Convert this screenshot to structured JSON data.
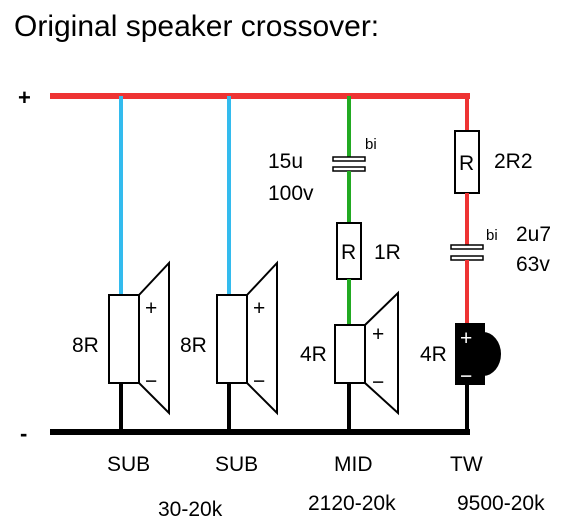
{
  "title": "Original speaker crossover:",
  "rails": {
    "positive": "+",
    "negative": "-"
  },
  "colors": {
    "positive_rail": "#ee3333",
    "negative_rail": "#000000",
    "sub_wire": "#33bbee",
    "mid_wire": "#22aa22",
    "tw_wire": "#ee3333"
  },
  "branches": {
    "sub1": {
      "driver_impedance": "8R",
      "label": "SUB",
      "driver_plus": "+",
      "driver_minus": "−"
    },
    "sub2": {
      "driver_impedance": "8R",
      "label": "SUB",
      "driver_plus": "+",
      "driver_minus": "−"
    },
    "mid": {
      "capacitor_value": "15u",
      "capacitor_voltage": "100v",
      "capacitor_type": "bi",
      "resistor_symbol": "R",
      "resistor_value": "1R",
      "driver_impedance": "4R",
      "driver_plus": "+",
      "driver_minus": "−",
      "label": "MID",
      "range": "2120-20k"
    },
    "tw": {
      "resistor_symbol": "R",
      "resistor_value": "2R2",
      "capacitor_type": "bi",
      "capacitor_value": "2u7",
      "capacitor_voltage": "63v",
      "driver_impedance": "4R",
      "driver_plus": "+",
      "driver_minus": "−",
      "label": "TW",
      "range": "9500-20k"
    }
  },
  "sub_range": "30-20k",
  "icons": {
    "woofer": "woofer-speaker-icon",
    "tweeter": "dome-tweeter-icon",
    "capacitor": "capacitor-icon",
    "resistor": "resistor-icon"
  }
}
